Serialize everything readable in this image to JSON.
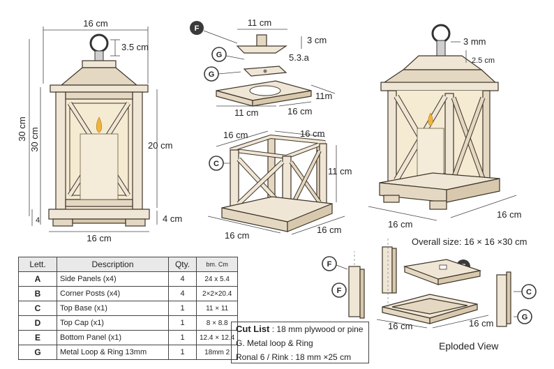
{
  "front_view": {
    "width_top": "16 cm",
    "ring_height": "3.5 cm",
    "height_outer": "30 cm",
    "height_inner": "30 cm",
    "panel_height": "20 cm",
    "base_height": "4",
    "base_height_right": "4 cm",
    "width_bottom": "16 cm"
  },
  "roof_parts": {
    "label_f": "F",
    "label_g1": "G",
    "label_g2": "G",
    "cap_width": "11 cm",
    "cap_height": "3 cm",
    "loop_size": "5.3.a",
    "base_depth": "11m",
    "base_width": "11 cm",
    "base_width2": "16 cm"
  },
  "frame_view": {
    "label_c": "C",
    "top_left": "16 cm",
    "top_right": "16 cm",
    "height": "11 cm",
    "bottom_left": "16 cm",
    "bottom_right": "16 cm"
  },
  "assembled_view": {
    "ring": "3 mm",
    "ring_height": "2.5 cm",
    "bottom_left": "16 cm",
    "bottom_right": "16 cm"
  },
  "overall_size": "Overall size: 16 × 16 ×30 cm",
  "parts_table": {
    "headers": [
      "Lett.",
      "Description",
      "Qty.",
      "bm. Cm"
    ],
    "rows": [
      {
        "letter": "A",
        "description": "Side Panels (x4)",
        "qty": "4",
        "size": "24 x 5.4"
      },
      {
        "letter": "B",
        "description": "Corner Posts (x4)",
        "qty": "4",
        "size": "2×2×20.4"
      },
      {
        "letter": "C",
        "description": "Top Base (x1)",
        "qty": "1",
        "size": "11 × 11"
      },
      {
        "letter": "D",
        "description": "Top Cap (x1)",
        "qty": "1",
        "size": "8 × 8.8"
      },
      {
        "letter": "E",
        "description": "Bottom Panel (x1)",
        "qty": "1",
        "size": "12.4 × 12.4"
      },
      {
        "letter": "G",
        "description": "Metal Loop & Ring 13mm",
        "qty": "1",
        "size": "18mm 2"
      }
    ]
  },
  "cut_list": {
    "title": "Cut List",
    "material": ": 18 mm plywood or pine",
    "line2": "G. Metal loop & Ring",
    "line3": "Ronal   6 / Rink : 18 mm ×25 cm"
  },
  "exploded_view": {
    "label": "Eploded View",
    "badge_f1": "F",
    "badge_f2": "F",
    "badge_f3": "F",
    "badge_c": "C",
    "badge_g": "G",
    "width": "16 cm",
    "depth": "16 cm"
  },
  "colors": {
    "wood": "#efe6d6",
    "outline": "#3d3428",
    "badge": "#3a3a3a"
  }
}
